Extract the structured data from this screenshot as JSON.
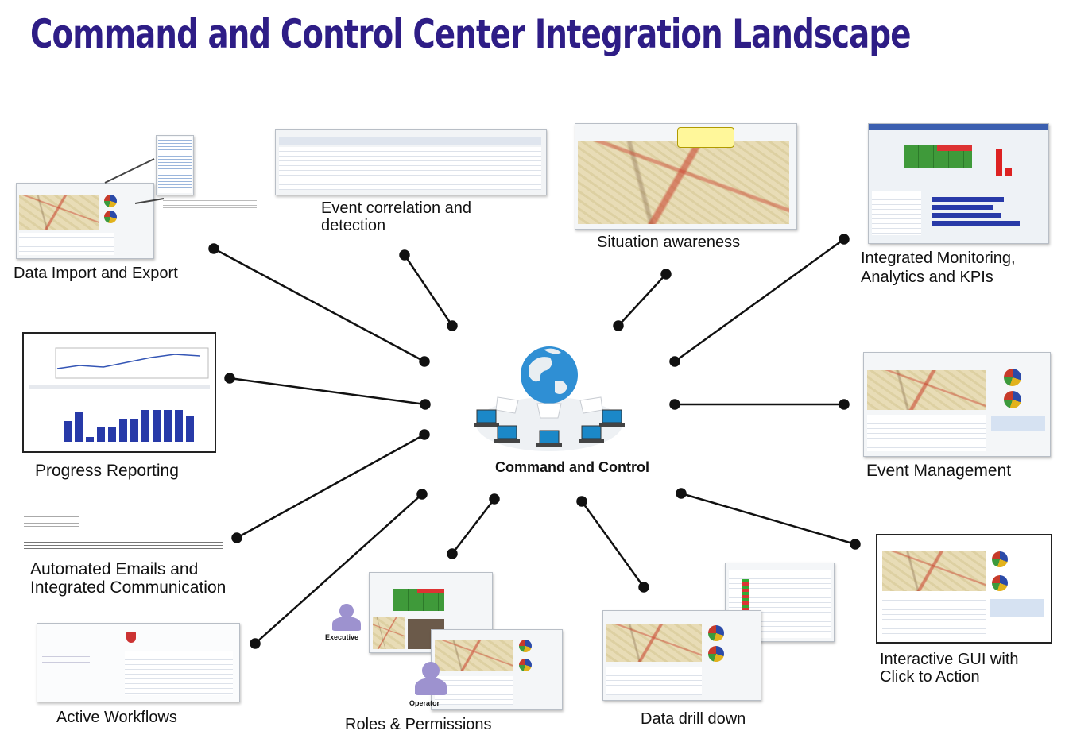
{
  "title": "Command and Control Center Integration Landscape",
  "center": {
    "label": "Command and Control",
    "icon": "globe-network-icon"
  },
  "features": [
    {
      "id": "data-import-export",
      "label": "Data Import and Export"
    },
    {
      "id": "event-correlation",
      "label_lines": [
        "Event correlation and",
        "detection"
      ]
    },
    {
      "id": "situation-awareness",
      "label": "Situation awareness"
    },
    {
      "id": "integrated-monitoring",
      "label_lines": [
        "Integrated Monitoring,",
        "Analytics and KPIs"
      ]
    },
    {
      "id": "progress-reporting",
      "label": "Progress Reporting"
    },
    {
      "id": "event-management",
      "label": "Event Management"
    },
    {
      "id": "automated-emails",
      "label_lines": [
        "Automated Emails and",
        "Integrated Communication"
      ]
    },
    {
      "id": "interactive-gui",
      "label_lines": [
        "Interactive GUI with",
        "Click to Action"
      ]
    },
    {
      "id": "active-workflows",
      "label": "Active Workflows"
    },
    {
      "id": "roles-permissions",
      "label": "Roles & Permissions"
    },
    {
      "id": "data-drill-down",
      "label": "Data drill down"
    }
  ],
  "roles": {
    "executive": "Executive",
    "operator": "Operator"
  },
  "colors": {
    "title": "#2e1d86",
    "connector": "#111111",
    "person": "#9d92cf",
    "bars": "#283aa8"
  }
}
